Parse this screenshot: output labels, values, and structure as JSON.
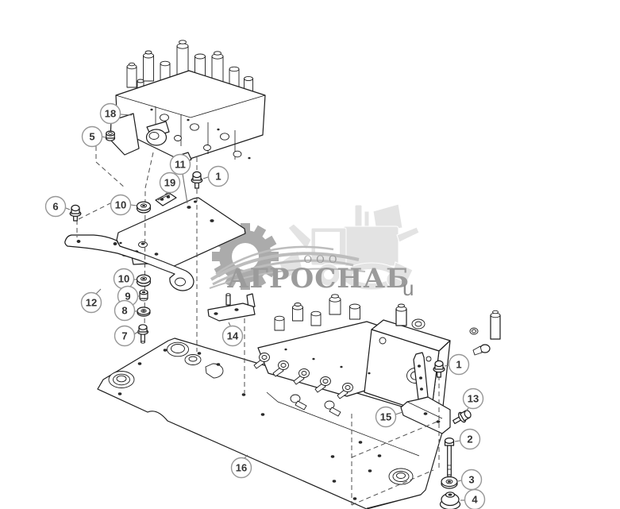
{
  "page": {
    "background": "#ffffff"
  },
  "drawing": {
    "line_color": "#1c1c1c",
    "dash_line_color": "#4f4f4f",
    "leader_line_color": "#6e6e6e",
    "balloon_stroke_color": "#979797",
    "balloon_text_color": "#333333"
  },
  "callouts": [
    {
      "label": "18"
    },
    {
      "label": "5"
    },
    {
      "label": "11"
    },
    {
      "label": "19"
    },
    {
      "label": "1"
    },
    {
      "label": "6"
    },
    {
      "label": "10"
    },
    {
      "label": "10"
    },
    {
      "label": "9"
    },
    {
      "label": "8"
    },
    {
      "label": "7"
    },
    {
      "label": "12"
    },
    {
      "label": "14"
    },
    {
      "label": "16"
    },
    {
      "label": "15"
    },
    {
      "label": "1"
    },
    {
      "label": "13"
    },
    {
      "label": "2"
    },
    {
      "label": "3"
    },
    {
      "label": "4"
    }
  ],
  "watermark": {
    "org_form": "ООО",
    "company_name": "АГРОСНАБ",
    "stray_letter": "u",
    "gear_color": "#ababab",
    "swoosh_color": "#bdbdbd",
    "machine_color": "#e3e3e3",
    "text_color": "#9b9b9b",
    "letter_color": "#8a8a8a"
  }
}
